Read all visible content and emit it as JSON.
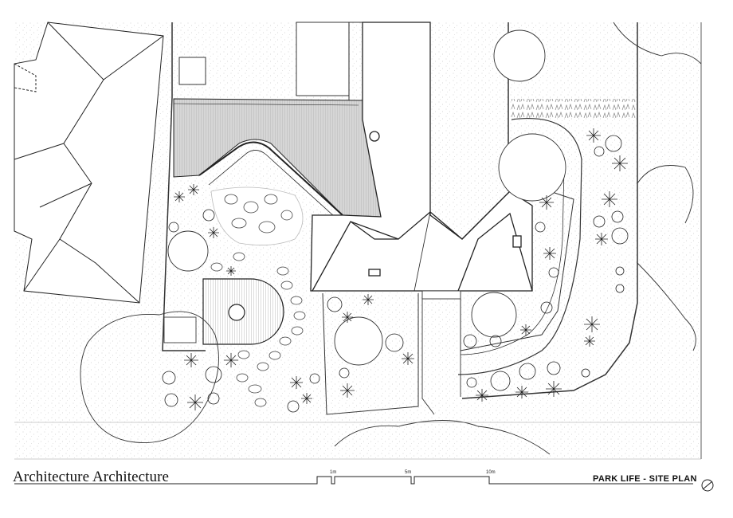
{
  "title_block": {
    "firm_name": "Architecture Architecture",
    "drawing_title": "PARK LIFE - SITE PLAN"
  },
  "scale_bar": {
    "labels": [
      "1m",
      "5m",
      "10m"
    ]
  },
  "north_arrow": {
    "icon": "north-arrow-icon"
  },
  "colors": {
    "linework": "#222222",
    "hatch_fill": "#d9d9d9",
    "roof_fill": "#cfcfcf",
    "background": "#ffffff"
  }
}
